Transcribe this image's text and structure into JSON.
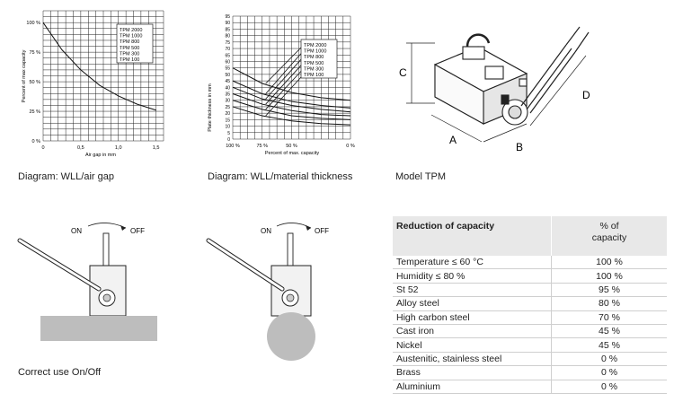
{
  "captions": {
    "diagram1": "Diagram: WLL/air gap",
    "diagram2": "Diagram: WLL/material thickness",
    "model": "Model TPM",
    "correct_use": "Correct use On/Off"
  },
  "chart1": {
    "ylabel": "Percent of max capacity",
    "xlabel": "Air gap in mm",
    "yticks": [
      "100 %",
      "75 %",
      "50 %",
      "25 %",
      "0 %"
    ],
    "xticks": [
      "0",
      "0,5",
      "1,0",
      "1,5"
    ],
    "legend": [
      "TPM 2000",
      "TPM 1000",
      "TPM 800",
      "TPM 500",
      "TPM 300",
      "TPM 100"
    ]
  },
  "chart2": {
    "ylabel": "Plate thickness in mm",
    "xlabel": "Percent of max. capacity",
    "yticks": [
      "95",
      "90",
      "85",
      "80",
      "75",
      "70",
      "65",
      "60",
      "55",
      "50",
      "45",
      "40",
      "35",
      "30",
      "25",
      "20",
      "15",
      "10",
      "5",
      "0"
    ],
    "xticks": [
      "100 %",
      "75 %",
      "50 %",
      "0 %"
    ],
    "legend": [
      "TPM 2000",
      "TPM 1000",
      "TPM 800",
      "TPM 500",
      "TPM 300",
      "TPM 100"
    ]
  },
  "chart_data": [
    {
      "type": "line",
      "ylabel": "Percent of max capacity",
      "xlabel": "Air gap in mm",
      "xlim": [
        0,
        1.6
      ],
      "ylim": [
        0,
        110
      ],
      "grid": true,
      "legend_placement": "top-right",
      "series": [
        {
          "values_x": [
            0,
            0.25,
            0.5,
            0.75,
            1.0,
            1.25,
            1.5
          ],
          "values_y": [
            100,
            77,
            60,
            47,
            38,
            31,
            26
          ]
        }
      ]
    },
    {
      "type": "line",
      "ylabel": "Plate thickness in mm",
      "xlabel": "Percent of max. capacity",
      "xlim": [
        100,
        0
      ],
      "ylim": [
        0,
        95
      ],
      "grid": true,
      "legend_placement": "top-right",
      "series": [
        {
          "name": "TPM 2000",
          "values_x": [
            100,
            75,
            50,
            25,
            0
          ],
          "values_y": [
            55,
            43,
            36,
            32,
            30
          ]
        },
        {
          "name": "TPM 1000",
          "values_x": [
            100,
            75,
            50,
            25,
            0
          ],
          "values_y": [
            45,
            35,
            29,
            26,
            24
          ]
        },
        {
          "name": "TPM 800",
          "values_x": [
            100,
            75,
            50,
            25,
            0
          ],
          "values_y": [
            40,
            31,
            26,
            23,
            21
          ]
        },
        {
          "name": "TPM 500",
          "values_x": [
            100,
            75,
            50,
            25,
            0
          ],
          "values_y": [
            35,
            27,
            22,
            19,
            18
          ]
        },
        {
          "name": "TPM 300",
          "values_x": [
            100,
            75,
            50,
            25,
            0
          ],
          "values_y": [
            30,
            23,
            18,
            16,
            15
          ]
        },
        {
          "name": "TPM 100",
          "values_x": [
            100,
            75,
            50,
            25,
            0
          ],
          "values_y": [
            25,
            18,
            14,
            12,
            11
          ]
        }
      ]
    }
  ],
  "model_labels": {
    "a": "A",
    "b": "B",
    "c": "C",
    "d": "D"
  },
  "onoff": {
    "on": "ON",
    "off": "OFF"
  },
  "table": {
    "title": "Reduction of capacity",
    "pct_header_1": "% of",
    "pct_header_2": "capacity",
    "rows": [
      {
        "label": "Temperature ≤ 60 °C",
        "value": "100 %"
      },
      {
        "label": "Humidity ≤ 80 %",
        "value": "100 %"
      },
      {
        "label": "St 52",
        "value": "95 %"
      },
      {
        "label": "Alloy steel",
        "value": "80 %"
      },
      {
        "label": "High carbon steel",
        "value": "70 %"
      },
      {
        "label": "Cast iron",
        "value": "45 %"
      },
      {
        "label": "Nickel",
        "value": "45 %"
      },
      {
        "label": "Austenitic, stainless steel",
        "value": "0 %"
      },
      {
        "label": "Brass",
        "value": "0 %"
      },
      {
        "label": "Aluminium",
        "value": "0 %"
      }
    ]
  }
}
